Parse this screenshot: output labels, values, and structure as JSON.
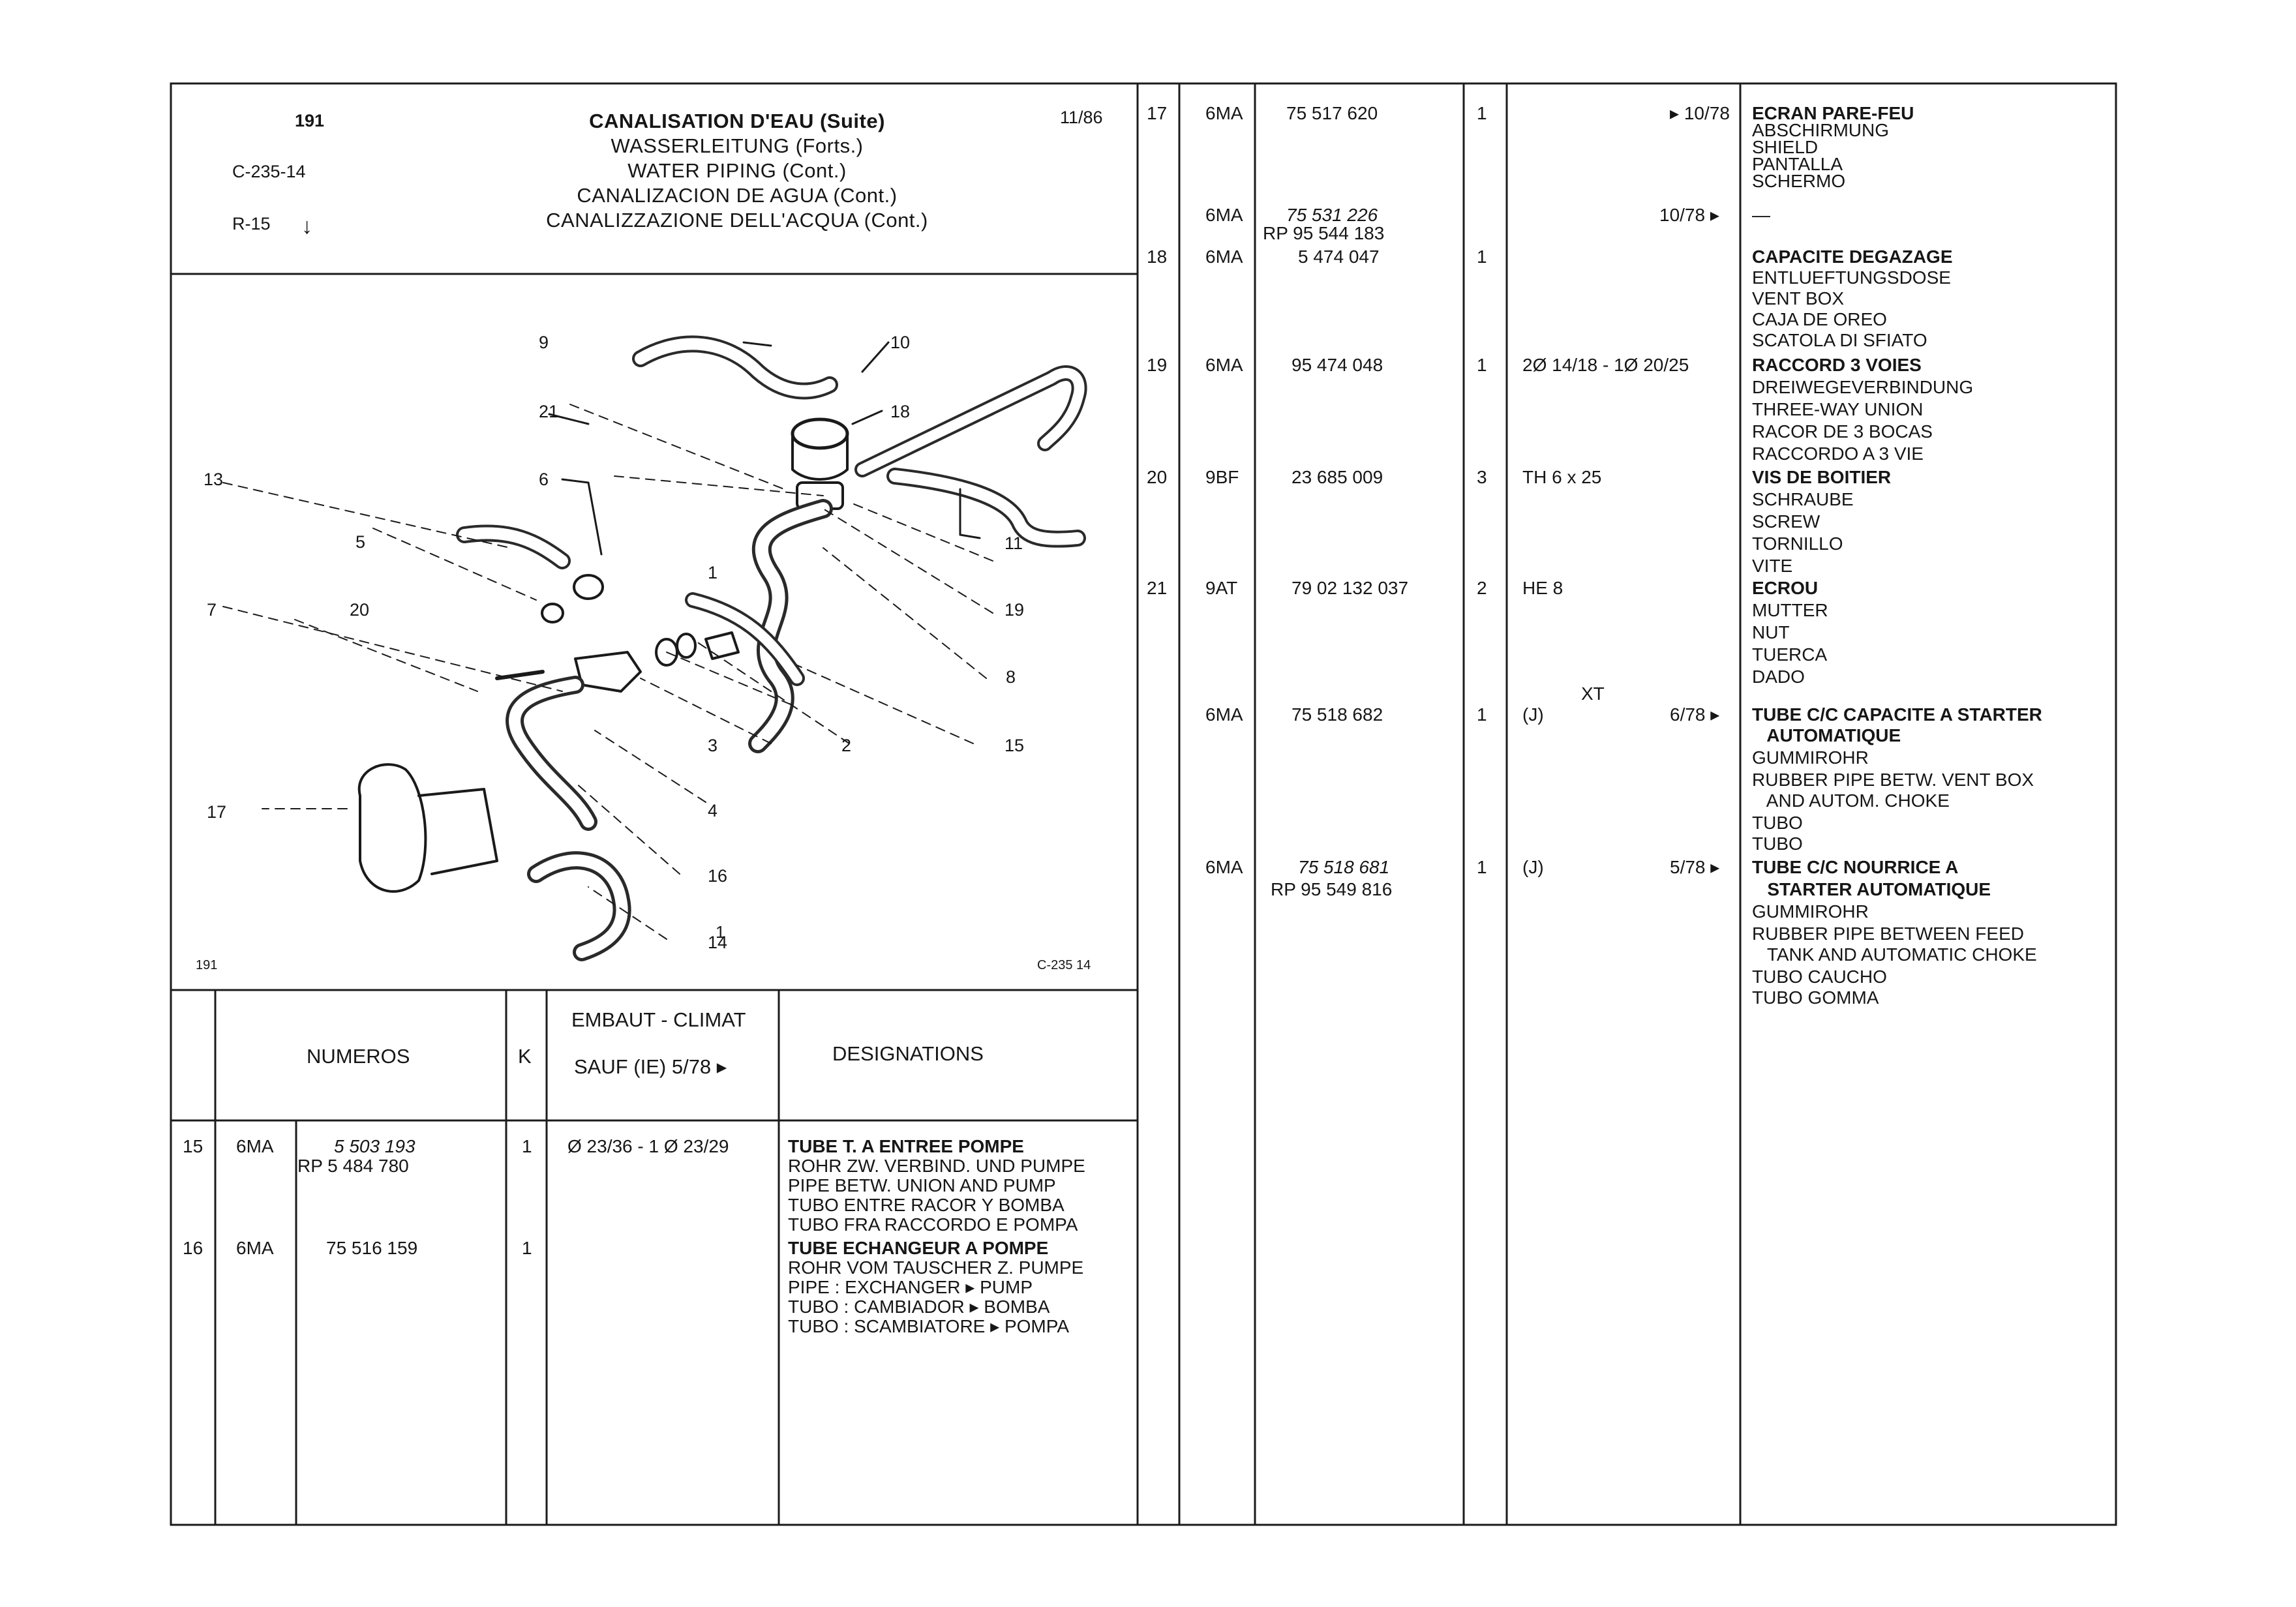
{
  "header": {
    "left_code": "191",
    "ref1": "C-235-14",
    "ref2": "R-15",
    "date": "11/86",
    "titles": [
      "CANALISATION D'EAU (Suite)",
      "WASSERLEITUNG (Forts.)",
      "WATER PIPING (Cont.)",
      "CANALIZACION DE AGUA (Cont.)",
      "CANALIZZAZIONE DELL'ACQUA (Cont.)"
    ]
  },
  "diagram": {
    "labels": [
      "1",
      "2",
      "3",
      "4",
      "5",
      "6",
      "7",
      "8",
      "9",
      "10",
      "11",
      "13",
      "14",
      "15",
      "16",
      "17",
      "18",
      "19",
      "20",
      "21"
    ],
    "code": "C-235 14",
    "corner": "191"
  },
  "table_headers": {
    "numeros": "NUMEROS",
    "k": "K",
    "embaut_1": "EMBAUT - CLIMAT",
    "embaut_2": "SAUF (IE) 5/78 ▸",
    "designations": "DESIGNATIONS"
  },
  "left_rows": [
    {
      "ref": "15",
      "code": "6MA",
      "numbers": [
        "5 503 193",
        "RP 5 484 780"
      ],
      "k": "1",
      "climat": "Ø 23/36 - 1 Ø 23/29",
      "designation": [
        "TUBE T. A ENTREE POMPE",
        "ROHR ZW. VERBIND. UND PUMPE",
        "PIPE BETW. UNION AND PUMP",
        "TUBO ENTRE RACOR Y BOMBA",
        "TUBO FRA RACCORDO E POMPA"
      ]
    },
    {
      "ref": "16",
      "code": "6MA",
      "numbers": [
        "75 516 159"
      ],
      "k": "1",
      "climat": "",
      "designation": [
        "TUBE ECHANGEUR A POMPE",
        "ROHR VOM TAUSCHER Z. PUMPE",
        "PIPE : EXCHANGER ▸ PUMP",
        "TUBO : CAMBIADOR ▸ BOMBA",
        "TUBO : SCAMBIATORE ▸ POMPA"
      ]
    }
  ],
  "right_rows": [
    {
      "ref": "17",
      "code": "6MA",
      "numbers": [
        "75 517 620"
      ],
      "k": "1",
      "spec": "",
      "date": "▸ 10/78",
      "designation": [
        "ECRAN PARE-FEU",
        "ABSCHIRMUNG",
        "SHIELD",
        "PANTALLA",
        "SCHERMO"
      ]
    },
    {
      "ref": "",
      "code": "6MA",
      "numbers": [
        "75 531 226",
        "RP 95 544 183"
      ],
      "k": "",
      "spec": "",
      "date": "10/78 ▸",
      "designation": [
        "—"
      ]
    },
    {
      "ref": "18",
      "code": "6MA",
      "numbers": [
        "5 474 047"
      ],
      "k": "1",
      "spec": "",
      "date": "",
      "designation": [
        "CAPACITE DEGAZAGE",
        "ENTLUEFTUNGSDOSE",
        "VENT BOX",
        "CAJA DE OREO",
        "SCATOLA DI SFIATO"
      ]
    },
    {
      "ref": "19",
      "code": "6MA",
      "numbers": [
        "95 474 048"
      ],
      "k": "1",
      "spec": "2Ø 14/18 - 1Ø 20/25",
      "date": "",
      "designation": [
        "RACCORD 3 VOIES",
        "DREIWEGEVERBINDUNG",
        "THREE-WAY UNION",
        "RACOR DE 3 BOCAS",
        "RACCORDO A 3 VIE"
      ]
    },
    {
      "ref": "20",
      "code": "9BF",
      "numbers": [
        "23 685 009"
      ],
      "k": "3",
      "spec": "TH 6 x 25",
      "date": "",
      "designation": [
        "VIS DE BOITIER",
        "SCHRAUBE",
        "SCREW",
        "TORNILLO",
        "VITE"
      ]
    },
    {
      "ref": "21",
      "code": "9AT",
      "numbers": [
        "79 02 132 037"
      ],
      "k": "2",
      "spec": "HE 8",
      "date": "",
      "designation": [
        "ECROU",
        "MUTTER",
        "NUT",
        "TUERCA",
        "DADO"
      ]
    },
    {
      "ref": "",
      "code": "6MA",
      "numbers": [
        "75 518 682"
      ],
      "k": "1",
      "spec": "(J)",
      "spec2": "XT",
      "date": "6/78 ▸",
      "designation": [
        "TUBE C/C CAPACITE A STARTER",
        "   AUTOMATIQUE",
        "GUMMIROHR",
        "RUBBER PIPE BETW. VENT BOX",
        "   AND AUTOM. CHOKE",
        "TUBO",
        "TUBO"
      ]
    },
    {
      "ref": "",
      "code": "6MA",
      "numbers": [
        "75 518 681",
        "RP 95 549 816"
      ],
      "k": "1",
      "spec": "(J)",
      "date": "5/78 ▸",
      "designation": [
        "TUBE C/C NOURRICE A",
        "   STARTER AUTOMATIQUE",
        "GUMMIROHR",
        "RUBBER PIPE BETWEEN FEED",
        "   TANK AND AUTOMATIC CHOKE",
        "TUBO CAUCHO",
        "TUBO GOMMA"
      ]
    }
  ]
}
